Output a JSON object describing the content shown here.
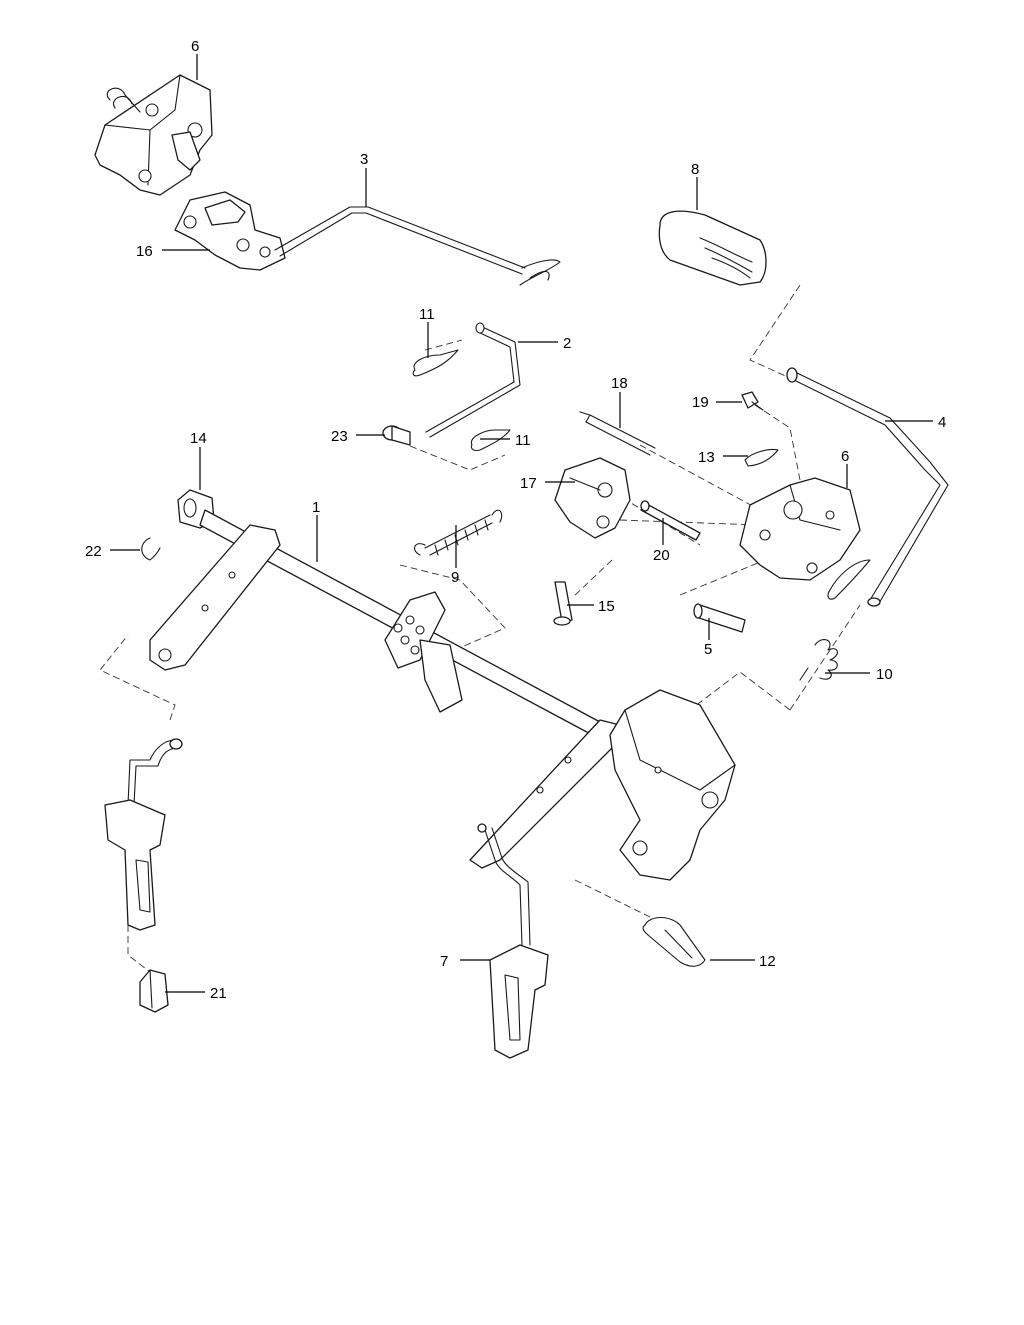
{
  "callouts": {
    "c1": "1",
    "c2": "2",
    "c3": "3",
    "c4": "4",
    "c5": "5",
    "c6a": "6",
    "c6b": "6",
    "c7": "7",
    "c8": "8",
    "c9": "9",
    "c10": "10",
    "c11a": "11",
    "c11b": "11",
    "c12": "12",
    "c13": "13",
    "c14": "14",
    "c15": "15",
    "c16": "16",
    "c17": "17",
    "c18": "18",
    "c19": "19",
    "c20": "20",
    "c21": "21",
    "c22": "22",
    "c23": "23"
  },
  "colors": {
    "line": "#1a1a1a",
    "background": "#ffffff"
  }
}
